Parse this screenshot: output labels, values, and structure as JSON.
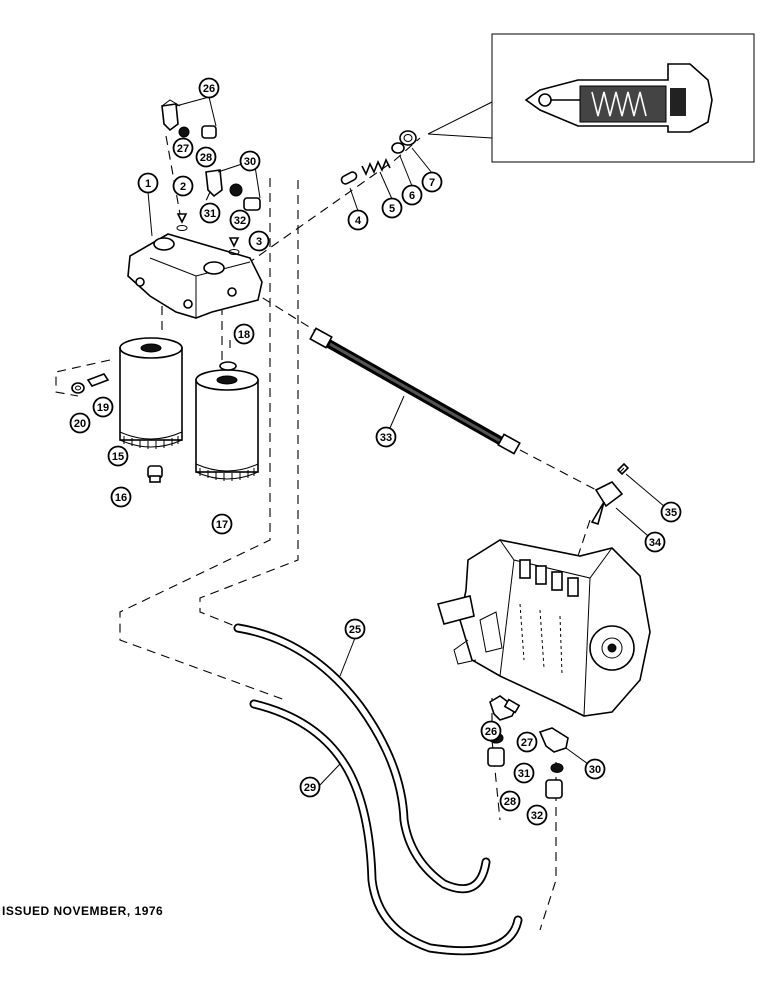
{
  "footer": {
    "issued": "ISSUED NOVEMBER, 1976"
  },
  "callouts": {
    "c1": "1",
    "c2": "2",
    "c3": "3",
    "c4": "4",
    "c5": "5",
    "c6": "6",
    "c7": "7",
    "c15": "15",
    "c16": "16",
    "c17": "17",
    "c18": "18",
    "c19": "19",
    "c20": "20",
    "c25": "25",
    "c26a": "26",
    "c27a": "27",
    "c28a": "28",
    "c29": "29",
    "c30a": "30",
    "c31a": "31",
    "c32a": "32",
    "c33": "33",
    "c34": "34",
    "c35": "35",
    "c26b": "26",
    "c27b": "27",
    "c28b": "28",
    "c30b": "30",
    "c31b": "31",
    "c32b": "32"
  }
}
